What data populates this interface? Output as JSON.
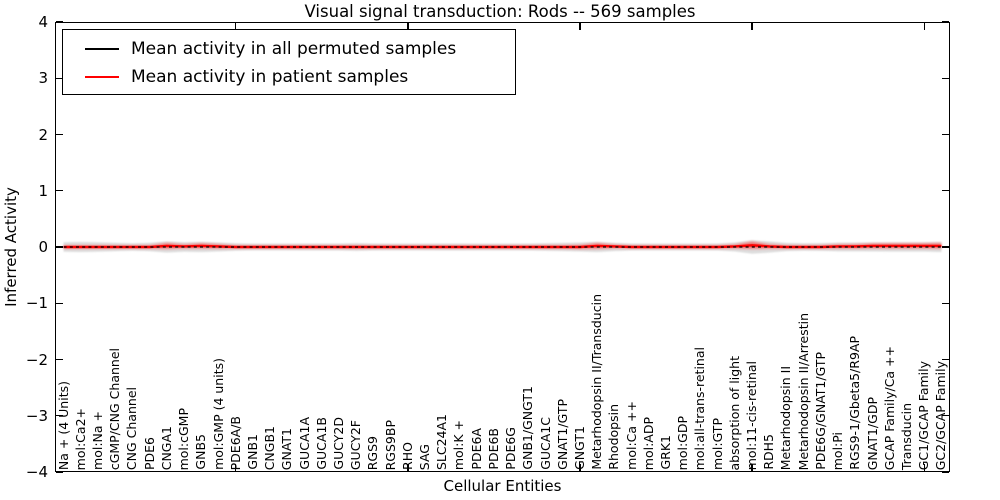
{
  "title": "Visual signal transduction: Rods -- 569 samples",
  "axes": {
    "xlabel": "Cellular Entities",
    "ylabel": "Inferred Activity",
    "ytick_labels": [
      "4",
      "3",
      "2",
      "1",
      "0",
      "−1",
      "−2",
      "−3",
      "−4"
    ]
  },
  "legend": {
    "items": [
      {
        "label": "Mean activity in all permuted samples",
        "color": "#000000"
      },
      {
        "label": "Mean activity in patient samples",
        "color": "#ff0000"
      }
    ]
  },
  "chart_data": {
    "type": "line",
    "title": "Visual signal transduction: Rods -- 569 samples",
    "xlabel": "Cellular Entities",
    "ylabel": "Inferred Activity",
    "ylim": [
      -4,
      4
    ],
    "yticks": [
      4,
      3,
      2,
      1,
      0,
      -1,
      -2,
      -3,
      -4
    ],
    "xticks_every": 10,
    "grid": false,
    "legend_position": "upper left",
    "categories": [
      "Na + (4 Units)",
      "mol:Ca2+",
      "mol:Na +",
      "cGMP/CNG Channel",
      "CNG Channel",
      "PDE6",
      "CNGA1",
      "mol:cGMP",
      "GNB5",
      "mol:GMP (4 units)",
      "PDE6A/B",
      "GNB1",
      "CNGB1",
      "GNAT1",
      "GUCA1A",
      "GUCA1B",
      "GUCY2D",
      "GUCY2F",
      "RGS9",
      "RGS9BP",
      "RHO",
      "SAG",
      "SLC24A1",
      "mol:K +",
      "PDE6A",
      "PDE6B",
      "PDE6G",
      "GNB1/GNGT1",
      "GUCA1C",
      "GNAT1/GTP",
      "GNGT1",
      "Metarhodopsin II/Transducin",
      "Rhodopsin",
      "mol:Ca ++",
      "mol:ADP",
      "GRK1",
      "mol:GDP",
      "mol:all-trans-retinal",
      "mol:GTP",
      "absorption of light",
      "mol:11-cis-retinal",
      "RDH5",
      "Metarhodopsin II",
      "Metarhodopsin II/Arrestin",
      "PDE6G/GNAT1/GTP",
      "mol:Pi",
      "RGS9-1/Gbeta5/R9AP",
      "GNAT1/GDP",
      "GCAP Family/Ca ++",
      "Transducin",
      "GC1/GCAP Family",
      "GC2/GCAP Family"
    ],
    "series": [
      {
        "name": "Mean activity in all permuted samples",
        "color": "#000000",
        "style": "dashed",
        "values": [
          0,
          0,
          0,
          0,
          0,
          0,
          0,
          0,
          0,
          0,
          0,
          0,
          0,
          0,
          0,
          0,
          0,
          0,
          0,
          0,
          0,
          0,
          0,
          0,
          0,
          0,
          0,
          0,
          0,
          0,
          0,
          0,
          0,
          0,
          0,
          0,
          0,
          0,
          0,
          0,
          0,
          0,
          0,
          0,
          0,
          0,
          0,
          0,
          0,
          0,
          0,
          0
        ]
      },
      {
        "name": "Mean activity in patient samples",
        "color": "#ff0000",
        "style": "solid",
        "values": [
          0,
          0,
          0,
          0,
          0,
          0,
          0.02,
          0.01,
          0.02,
          0.01,
          0,
          0,
          0,
          0,
          0,
          0,
          0,
          0,
          0,
          0,
          0,
          0,
          0,
          0,
          0,
          0,
          0,
          0,
          0,
          0,
          0,
          0.02,
          0.01,
          0,
          0,
          0,
          0,
          0,
          0,
          0.01,
          0.03,
          0.01,
          0,
          0,
          0,
          0.01,
          0.01,
          0.02,
          0.02,
          0.02,
          0.02,
          0.02
        ],
        "spread": [
          0.025,
          0.025,
          0.025,
          0.022,
          0.022,
          0.025,
          0.05,
          0.03,
          0.042,
          0.035,
          0.022,
          0.022,
          0.022,
          0.022,
          0.022,
          0.022,
          0.022,
          0.025,
          0.022,
          0.022,
          0.022,
          0.022,
          0.022,
          0.022,
          0.022,
          0.022,
          0.022,
          0.022,
          0.025,
          0.025,
          0.03,
          0.048,
          0.028,
          0.022,
          0.022,
          0.022,
          0.022,
          0.022,
          0.022,
          0.03,
          0.062,
          0.035,
          0.025,
          0.022,
          0.025,
          0.032,
          0.035,
          0.04,
          0.042,
          0.042,
          0.042,
          0.045
        ]
      }
    ],
    "envelope": {
      "center": 0,
      "color": "#dcdcdc",
      "halfwidths": [
        0.085,
        0.09,
        0.085,
        0.075,
        0.065,
        0.075,
        0.1,
        0.085,
        0.09,
        0.08,
        0.065,
        0.06,
        0.06,
        0.06,
        0.062,
        0.062,
        0.062,
        0.07,
        0.062,
        0.06,
        0.06,
        0.06,
        0.062,
        0.062,
        0.06,
        0.06,
        0.06,
        0.062,
        0.065,
        0.072,
        0.08,
        0.09,
        0.072,
        0.062,
        0.06,
        0.06,
        0.06,
        0.06,
        0.062,
        0.08,
        0.12,
        0.1,
        0.072,
        0.065,
        0.07,
        0.078,
        0.078,
        0.08,
        0.082,
        0.082,
        0.082,
        0.09
      ]
    }
  }
}
